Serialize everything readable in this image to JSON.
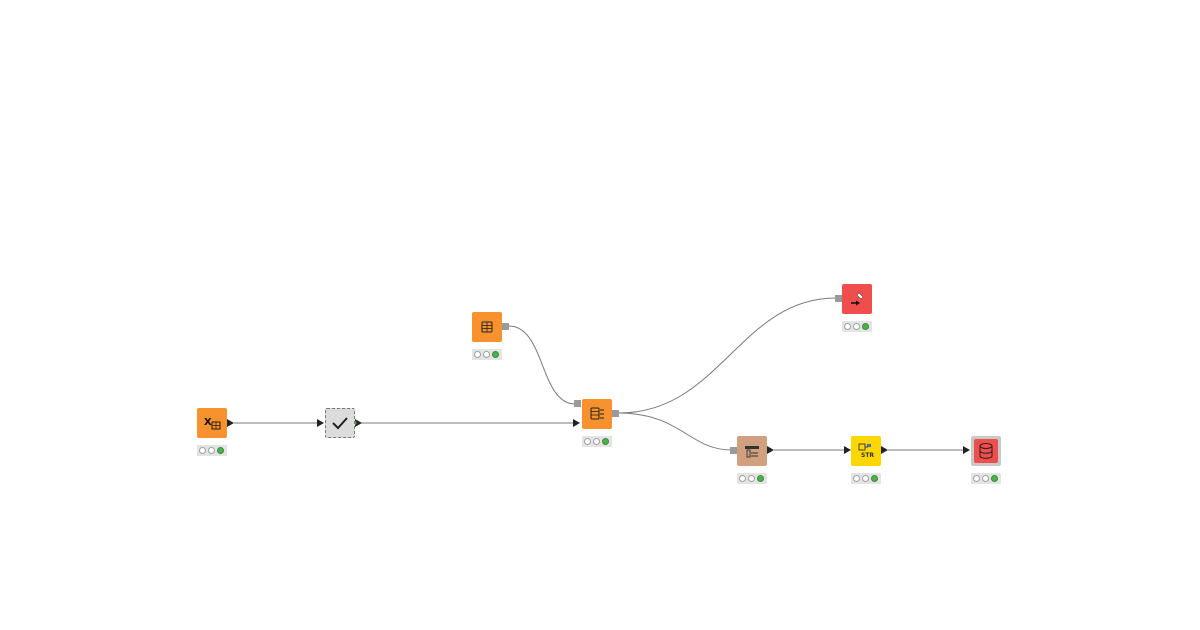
{
  "colors": {
    "canvas": "#ffffff",
    "connection": "#7a7a7a",
    "port_data": "#222222",
    "port_table": "#9a9a9a",
    "status_bg": "#e4e4e4",
    "status_green": "#4bb24b"
  },
  "nodes": [
    {
      "id": "excel-reader",
      "icon": "excel-reader-icon",
      "color": "#f7922f",
      "status": [
        "off",
        "off",
        "green"
      ]
    },
    {
      "id": "component-check",
      "icon": "checkmark-icon",
      "color": "#dcdcdc",
      "status": []
    },
    {
      "id": "db-table-selector",
      "icon": "db-table-icon",
      "color": "#f7922f",
      "status": [
        "off",
        "off",
        "green"
      ]
    },
    {
      "id": "db-connector",
      "icon": "db-connector-icon",
      "color": "#f7922f",
      "status": [
        "off",
        "off",
        "green"
      ]
    },
    {
      "id": "db-writer",
      "icon": "db-writer-icon",
      "color": "#f04d4d",
      "status": [
        "off",
        "off",
        "green"
      ]
    },
    {
      "id": "db-reader",
      "icon": "db-reader-icon",
      "color": "#d1a17f",
      "status": [
        "off",
        "off",
        "green"
      ]
    },
    {
      "id": "string-manipulation",
      "icon": "string-icon",
      "color": "#ffd700",
      "status": [
        "off",
        "off",
        "green"
      ]
    },
    {
      "id": "db-loader",
      "icon": "database-icon",
      "color": "#f04d4d",
      "status": [
        "off",
        "off",
        "green"
      ]
    }
  ],
  "connections": [
    {
      "from": "excel-reader",
      "to": "component-check"
    },
    {
      "from": "component-check",
      "to": "db-connector"
    },
    {
      "from": "db-table-selector",
      "to": "db-connector"
    },
    {
      "from": "db-connector",
      "to": "db-writer"
    },
    {
      "from": "db-connector",
      "to": "db-reader"
    },
    {
      "from": "db-reader",
      "to": "string-manipulation"
    },
    {
      "from": "string-manipulation",
      "to": "db-loader"
    }
  ]
}
